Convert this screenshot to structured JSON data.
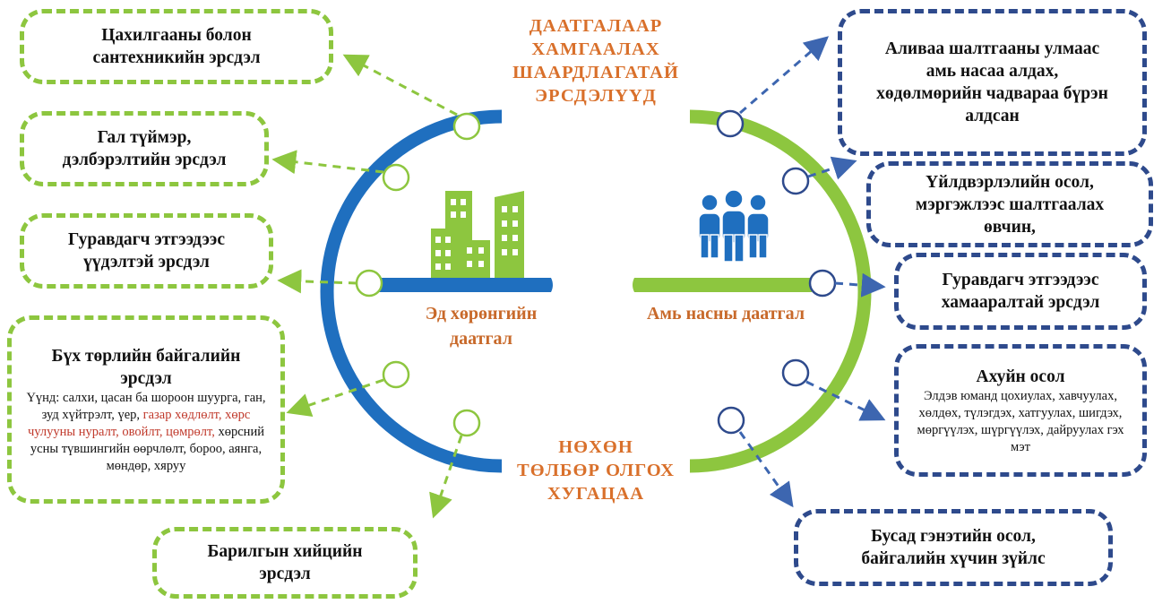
{
  "titles": {
    "top": [
      "ДААТГАЛААР",
      "ХАМГААЛАХ",
      "ШААРДЛАГАТАЙ",
      "ЭРСДЭЛҮҮД"
    ],
    "bottom": [
      "НӨХӨН",
      "ТӨЛБӨР ОЛГОХ",
      "ХУГАЦАА"
    ]
  },
  "captions": {
    "property": [
      "Эд хөрөнгийн",
      "даатгал"
    ],
    "life": "Амь насны даатгал"
  },
  "left_boxes": [
    {
      "lines": [
        "Цахилгааны болон",
        "сантехникийн эрсдэл"
      ]
    },
    {
      "lines": [
        "Гал түймэр,",
        "дэлбэрэлтийн эрсдэл"
      ]
    },
    {
      "lines": [
        "Гуравдагч этгээдээс",
        "үүдэлтэй эрсдэл"
      ]
    },
    {
      "lines": [
        "Бүх төрлийн байгалийн",
        "эрсдэл"
      ],
      "details": {
        "before": "Үүнд: салхи, цасан ба шороон шуурга, ган, зуд хүйтрэлт, үер,",
        "red": "газар хөдлөлт, хөрс чулууны нуралт, овойлт, цөмрөлт,",
        "after": "хөрсний усны түвшингийн өөрчлөлт, бороо, аянга, мөндөр, хяруу"
      }
    },
    {
      "lines": [
        "Барилгын хийцийн",
        "эрсдэл"
      ]
    }
  ],
  "right_boxes": [
    {
      "lines": [
        "Аливаа шалтгааны улмаас",
        "амь насаа алдах,",
        "хөдөлмөрийн чадвараа бүрэн",
        "алдсан"
      ]
    },
    {
      "lines": [
        "Үйлдвэрлэлийн осол,",
        "мэргэжлээс шалтгаалах",
        "өвчин,"
      ]
    },
    {
      "lines": [
        "Гуравдагч этгээдээс",
        "хамааралтай эрсдэл"
      ]
    },
    {
      "lines": [
        "Ахуйн осол"
      ],
      "details": "Элдэв юманд цохиулах, хавчуулах, хөлдөх, түлэгдэх, хатгуулах, шигдэх, мөргүүлэх, шүргүүлэх, дайруулах гэх мэт"
    },
    {
      "lines": [
        "Бусад гэнэтийн осол,",
        "байгалийн хүчин зүйлс"
      ]
    }
  ],
  "colors": {
    "green": "#8dc63f",
    "blue": "#2e4a8c",
    "ring_blue": "#1f6fbf",
    "orange": "#d9702b",
    "red_text": "#c0392b"
  },
  "icons": {
    "property": "buildings-icon",
    "life": "people-icon"
  }
}
